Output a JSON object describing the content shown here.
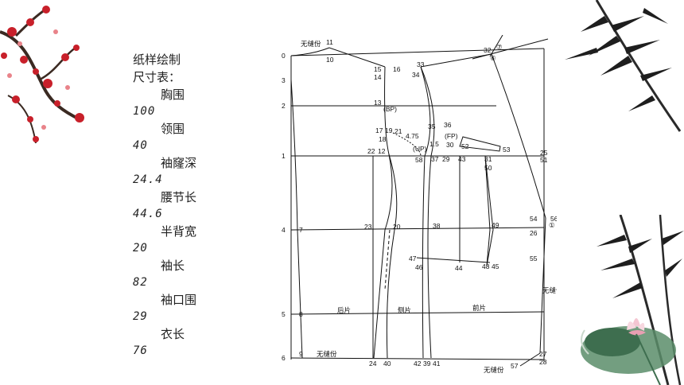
{
  "heading": {
    "line1": "纸样绘制",
    "line2": "尺寸表："
  },
  "measurements": [
    {
      "label": "胸围",
      "value": "100"
    },
    {
      "label": "领围",
      "value": "40"
    },
    {
      "label": "袖窿深",
      "value": "24.4"
    },
    {
      "label": "腰节长",
      "value": "44.6"
    },
    {
      "label": "半背宽",
      "value": "20"
    },
    {
      "label": "袖长",
      "value": "82"
    },
    {
      "label": "袖口围",
      "value": "29"
    },
    {
      "label": "衣长",
      "value": "76"
    }
  ],
  "pattern": {
    "seam_allowance_text": "无缝份",
    "back_piece": "后片",
    "side_piece": "侧片",
    "front_piece": "前片",
    "bp": "(BP)",
    "fp": "(FP)",
    "up": "(UP)",
    "dim_4_75": "4.75",
    "dim_1_5": "1.5",
    "circle_7": "⑦",
    "circle_6": "⑥",
    "circle_1": "①",
    "left_row_labels": [
      "0",
      "3",
      "2",
      "1",
      "4",
      "5",
      "6"
    ],
    "point_labels": {
      "p11": "11",
      "p10": "10",
      "p32": "32",
      "p15": "15",
      "p16": "16",
      "p14": "14",
      "p33": "33",
      "p34": "34",
      "p13": "13",
      "p35": "35",
      "p36": "36",
      "p17": "17",
      "p19": "19",
      "p21": "21",
      "p18": "18",
      "p30": "30",
      "p52": "52",
      "p53": "53",
      "p22": "22",
      "p12": "12",
      "p58": "58",
      "p37": "37",
      "p29": "29",
      "p43": "43",
      "p31": "31",
      "p25": "25",
      "p51": "51",
      "p50": "50",
      "p54": "54",
      "p56": "56",
      "p26": "26",
      "p7": "7",
      "p23": "23",
      "p20": "20",
      "p38": "38",
      "p49": "49",
      "p47": "47",
      "p46": "46",
      "p44": "44",
      "p48": "48",
      "p45": "45",
      "p55": "55",
      "p8": "8",
      "p9": "9",
      "p24": "24",
      "p40": "40",
      "p42": "42",
      "p39": "39",
      "p41": "41",
      "p27": "27",
      "p57": "57",
      "p28": "28"
    }
  }
}
